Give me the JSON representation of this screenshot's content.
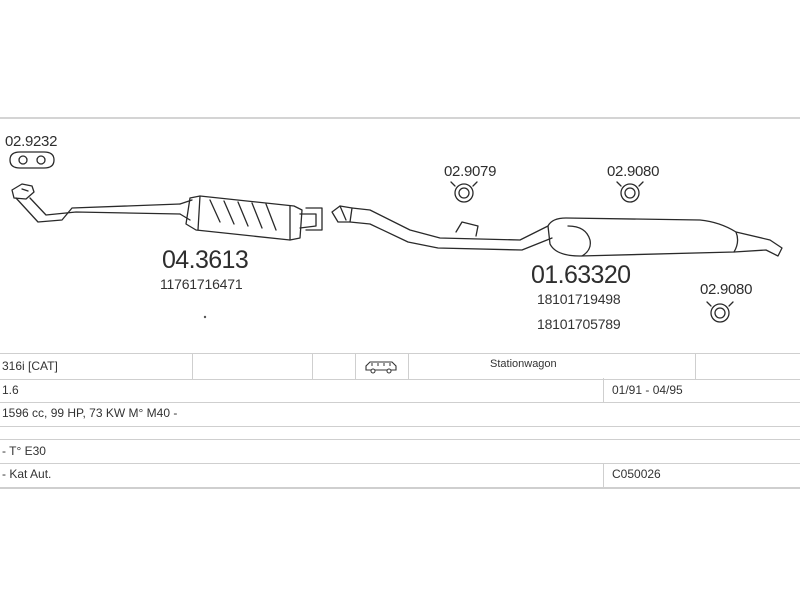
{
  "parts": {
    "gasket": {
      "code": "02.9232"
    },
    "catalytic_converter": {
      "code": "04.3613",
      "ref": "11761716471"
    },
    "clamp_a": {
      "code": "02.9079"
    },
    "clamp_b": {
      "code": "02.9080"
    },
    "clamp_c": {
      "code": "02.9080"
    },
    "rear_silencer": {
      "code": "01.63320",
      "refs": [
        "18101719498",
        "18101705789"
      ]
    }
  },
  "vehicle_table": {
    "rows": [
      {
        "model": "316i  [CAT]",
        "body_type": "Stationwagon",
        "body_icon": "station-wagon-icon"
      },
      {
        "engine_size": "1.6",
        "years": "01/91 - 04/95"
      },
      {
        "engine_details": "1596 cc, 99 HP, 73 KW  M° M40 -"
      },
      {
        "chassis": "-  T° E30"
      },
      {
        "notes": "-  Kat Aut.",
        "catalog_code": "C050026"
      }
    ]
  }
}
